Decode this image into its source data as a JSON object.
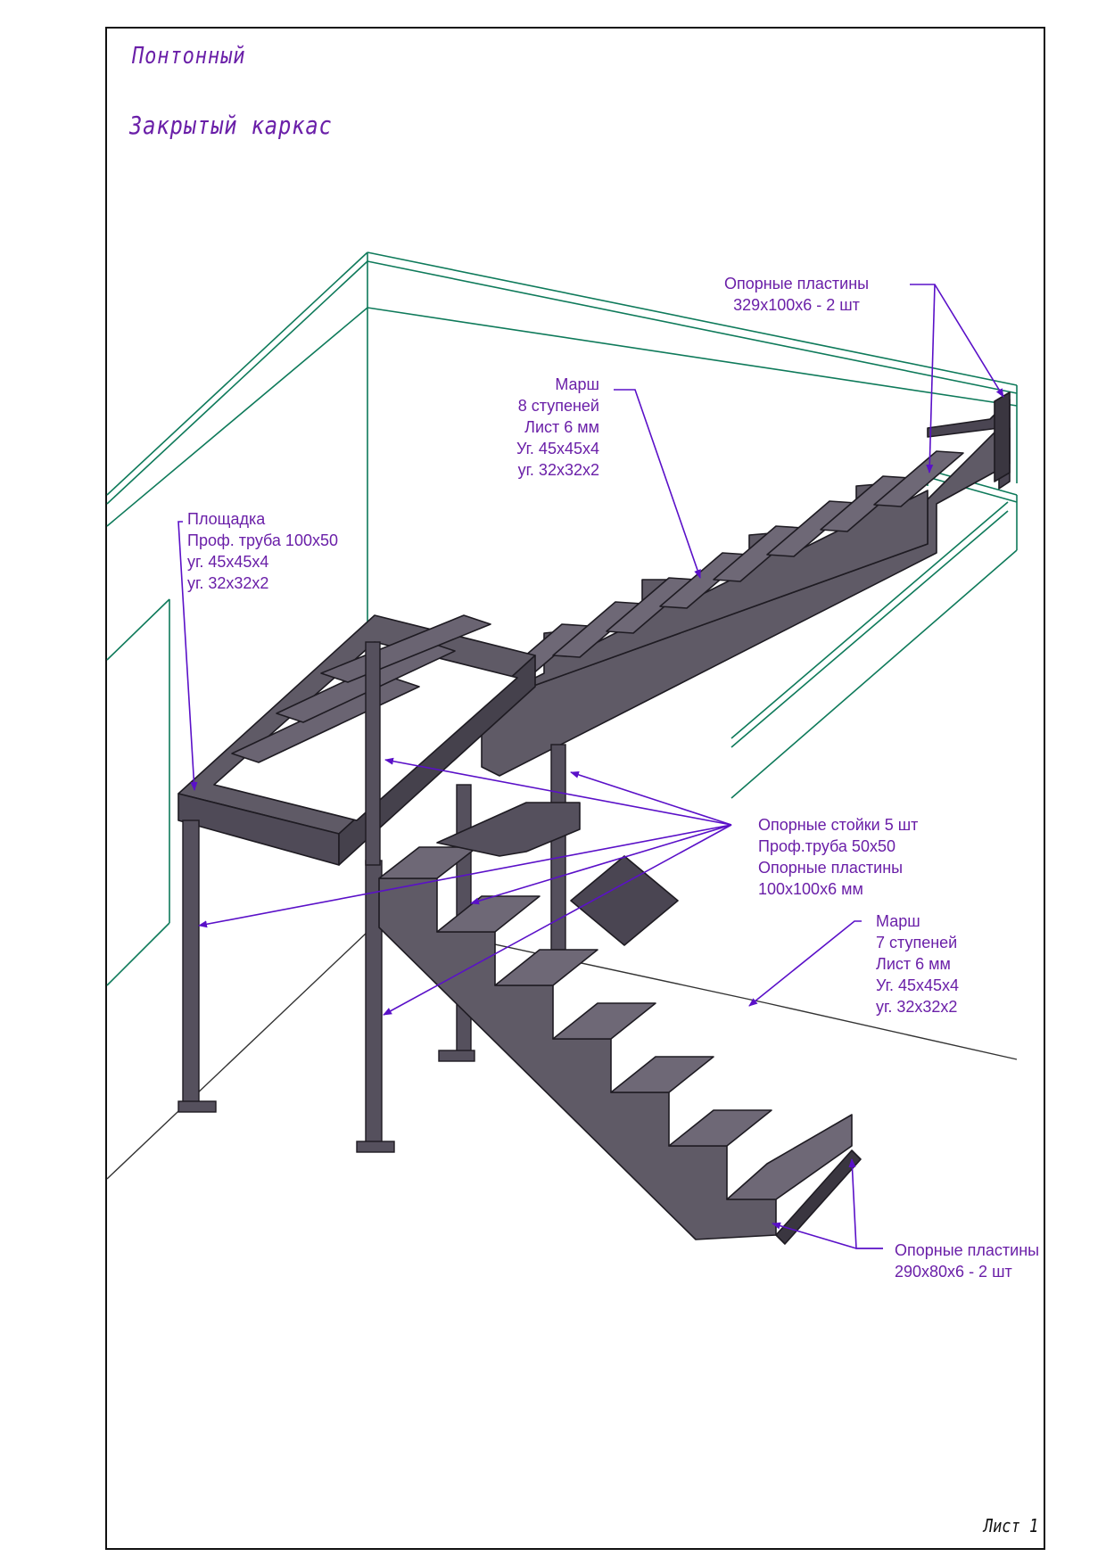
{
  "header": {
    "title": "Понтонный",
    "subtitle": "Закрытый каркас"
  },
  "sheet_label": "Лист 1",
  "colors": {
    "annotation": "#6a1fa8",
    "arrow": "#5a10c8",
    "wall_lines": "#0e7a5a",
    "steel_fill": "#5f5a66",
    "steel_dark": "#36323c",
    "frame": "#111111"
  },
  "annotations": {
    "top_plates": {
      "lines": [
        "Опорные пластины",
        "329x100x6 - 2 шт"
      ]
    },
    "upper_flight": {
      "lines": [
        "Марш",
        "8 ступеней",
        "Лист 6 мм",
        "Уг. 45x45x4",
        "уг. 32x32x2"
      ]
    },
    "landing": {
      "lines": [
        "Площадка",
        "Проф. труба 100x50",
        "уг. 45x45x4",
        "уг. 32x32x2"
      ]
    },
    "posts": {
      "lines": [
        "Опорные стойки 5 шт",
        "Проф.труба 50x50",
        "Опорные пластины",
        "100x100x6 мм"
      ]
    },
    "lower_flight": {
      "lines": [
        "Марш",
        "7 ступеней",
        "Лист 6 мм",
        "Уг. 45x45x4",
        "уг. 32x32x2"
      ]
    },
    "bottom_plates": {
      "lines": [
        "Опорные пластины",
        "290x80x6 - 2 шт"
      ]
    }
  }
}
